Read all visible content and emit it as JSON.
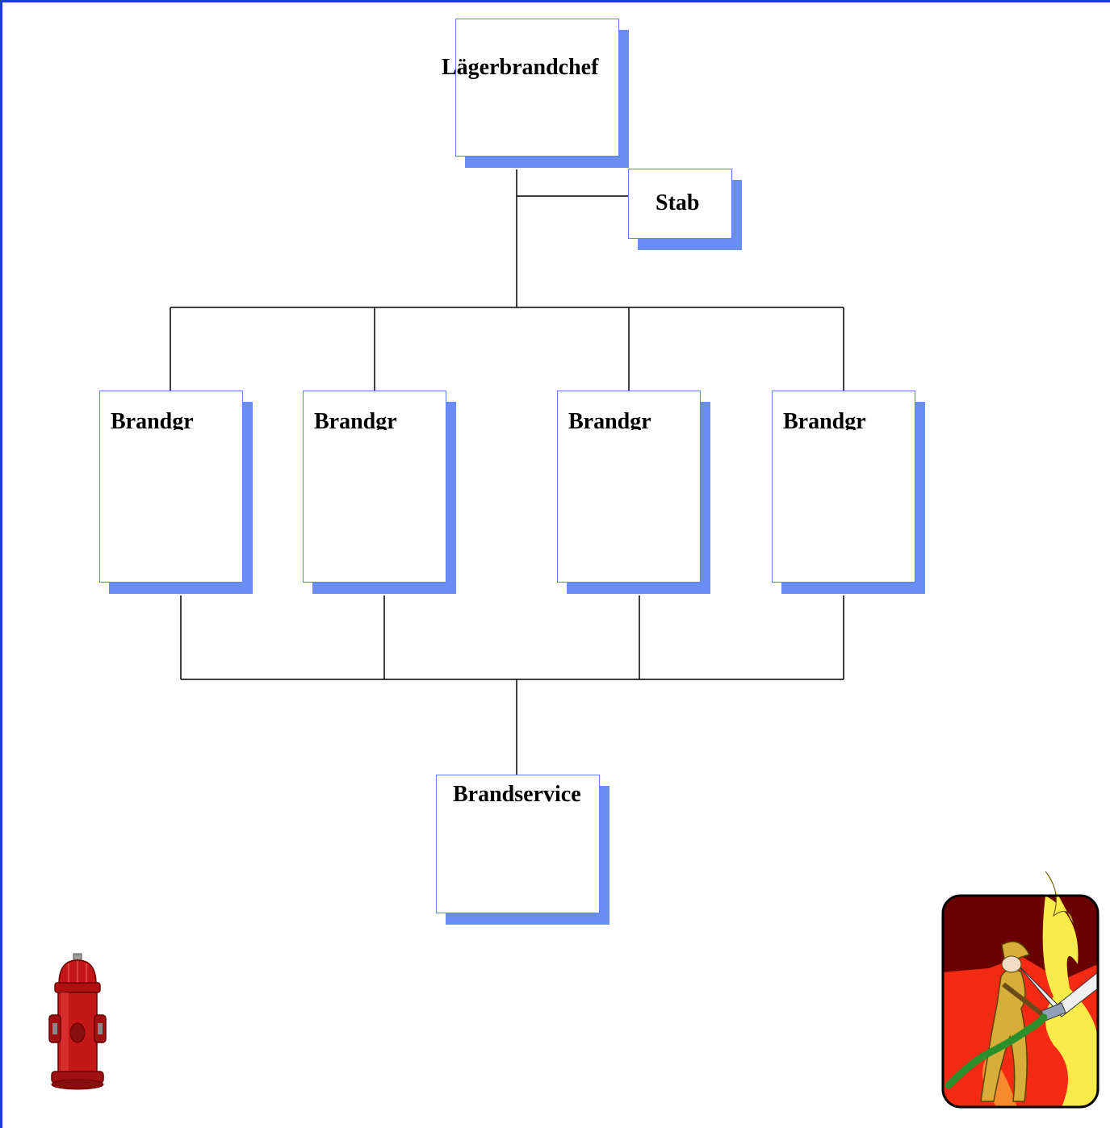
{
  "org_chart": {
    "chief": "Lägerbrandchef",
    "staff": "Stab",
    "groups": [
      "Brandgr",
      "Brandgr",
      "Brandgr",
      "Brandgr"
    ],
    "service": "Brandservice"
  },
  "colors": {
    "frame": "#1a3fd0",
    "box_border": "#5b82f0",
    "box_shadow": "#6a8ef5",
    "connector": "#000000"
  },
  "icons": [
    "fire-hydrant-icon",
    "firefighter-icon"
  ]
}
